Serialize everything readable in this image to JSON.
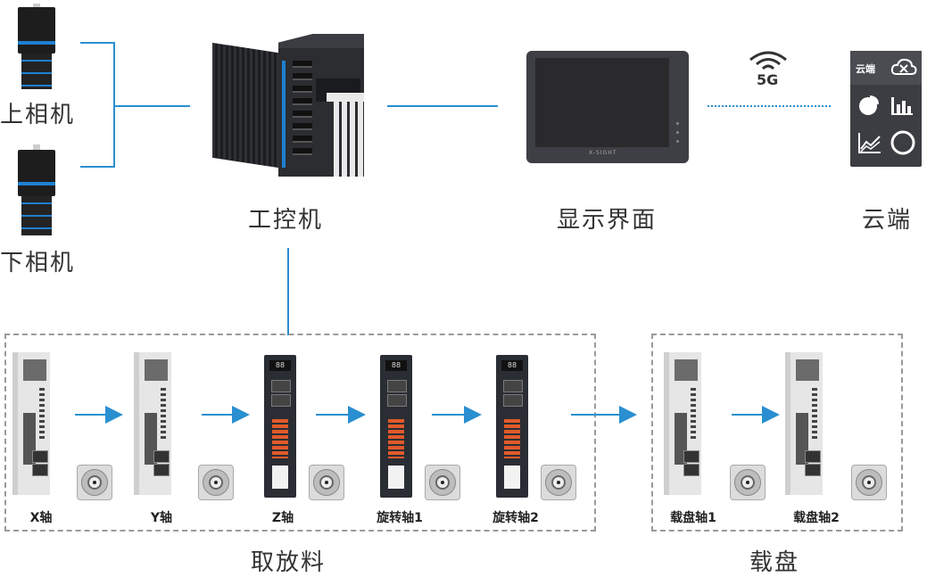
{
  "labels": {
    "upper_camera": "上相机",
    "lower_camera": "下相机",
    "ipc": "工控机",
    "display": "显示界面",
    "cloud": "云端",
    "pick_place": "取放料",
    "tray": "载盘"
  },
  "signal": "5G",
  "cloud_panel_title": "云端",
  "device_brand": "X-SIGHT",
  "pick_axes": [
    "X轴",
    "Y轴",
    "Z轴",
    "旋转轴1",
    "旋转轴2"
  ],
  "tray_axes": [
    "载盘轴1",
    "载盘轴2"
  ],
  "colors": {
    "line": "#2a8fd0",
    "dash_box": "#9a9a9a",
    "camera_stripe": "#1e7fd0"
  }
}
